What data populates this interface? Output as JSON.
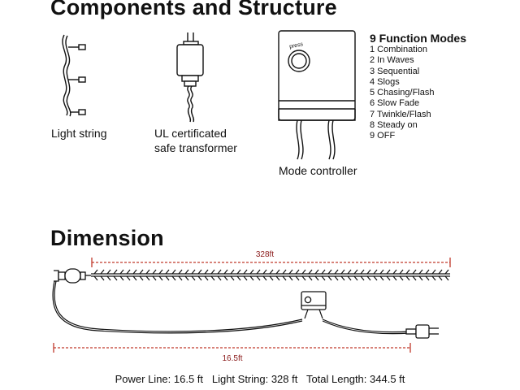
{
  "headings": {
    "components": "Components and Structure",
    "dimension": "Dimension"
  },
  "components": {
    "light_string_label": "Light string",
    "transformer_label_line1": "UL certificated",
    "transformer_label_line2": "safe transformer",
    "controller_label": "Mode controller",
    "controller_button_text": "press"
  },
  "modes": {
    "title": "9 Function Modes",
    "items": [
      "1 Combination",
      "2 In Waves",
      "3 Sequential",
      "4 Slogs",
      "5 Chasing/Flash",
      "6 Slow Fade",
      "7 Twinkle/Flash",
      "8 Steady on",
      "9 OFF"
    ]
  },
  "dimension": {
    "light_string_length": "328ft",
    "power_line_length": "16.5ft"
  },
  "footer": {
    "text": "Power Line: 16.5 ft   Light String: 328 ft   Total Length: 344.5 ft"
  },
  "colors": {
    "dimension_line": "#c0392b",
    "ink": "#111111"
  }
}
